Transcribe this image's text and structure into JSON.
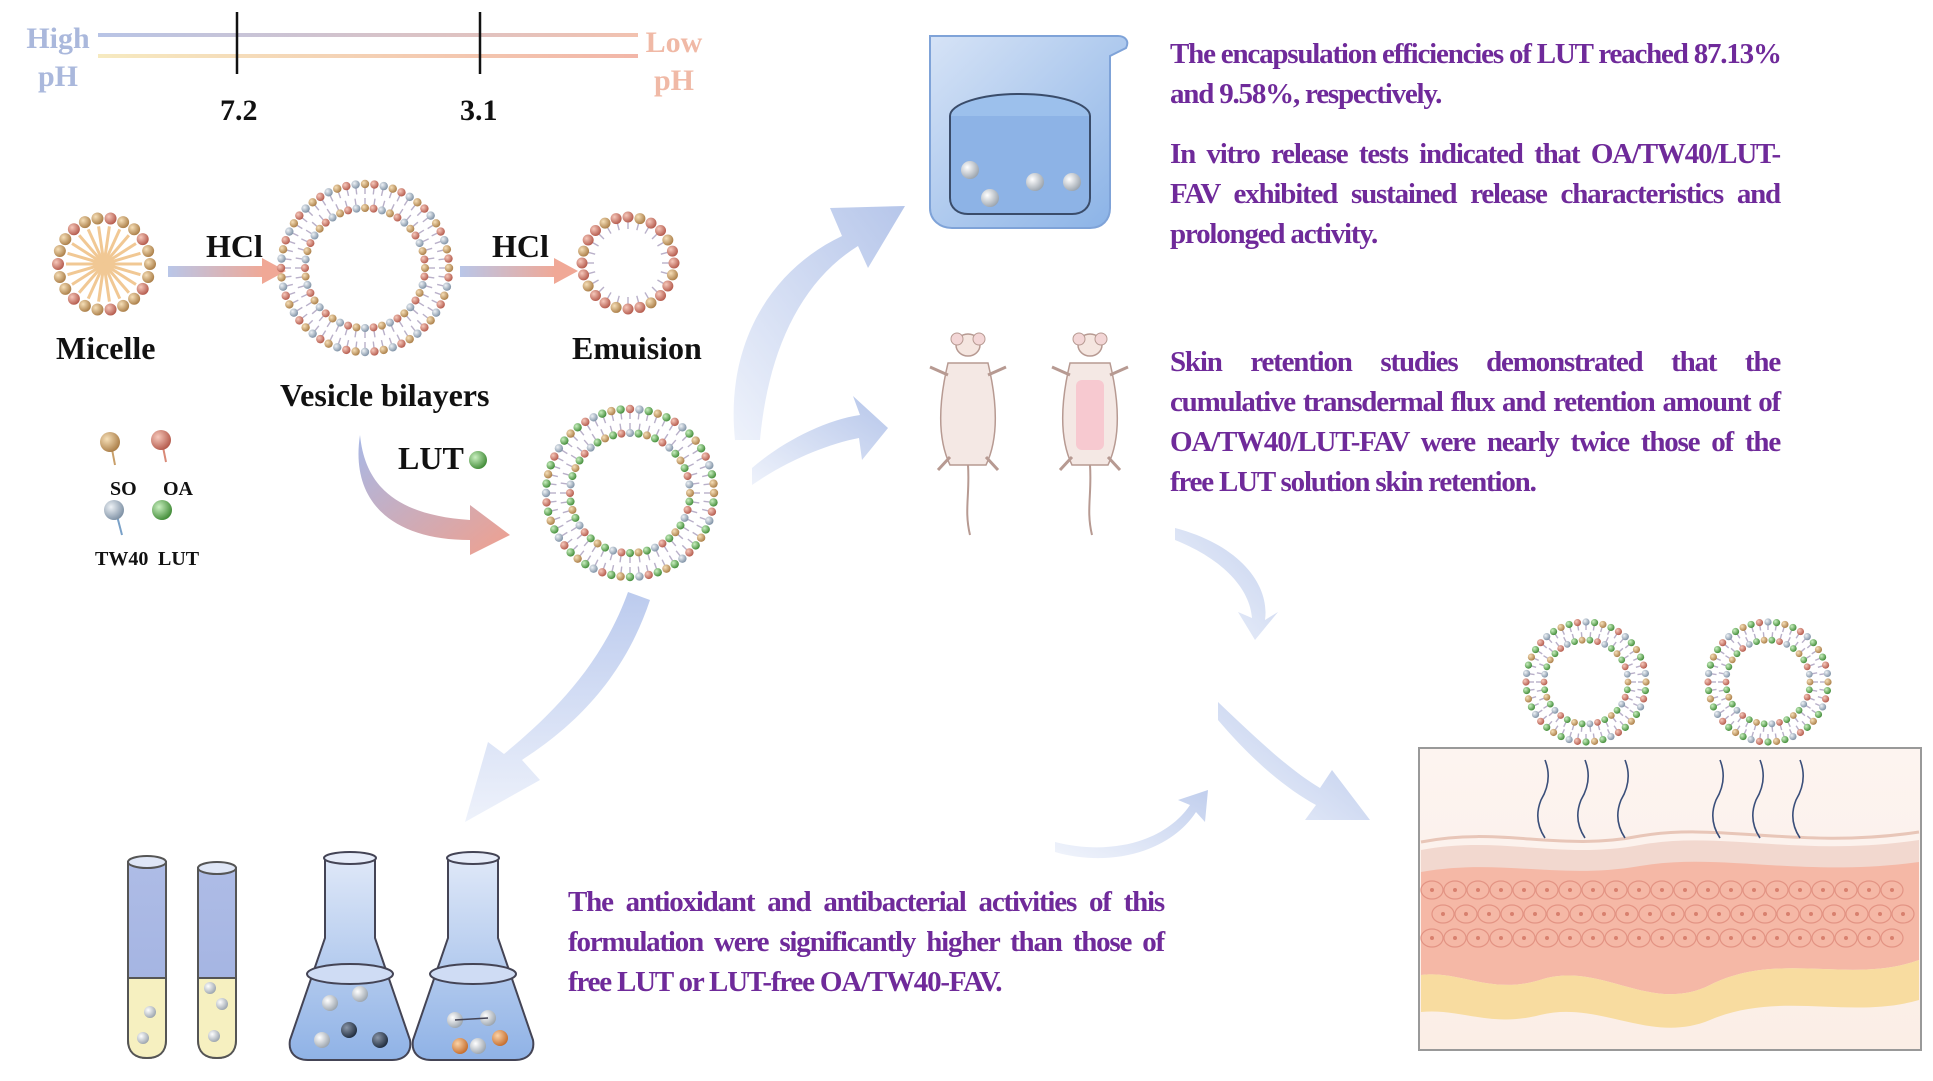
{
  "ph_scale": {
    "high_line1": "High",
    "high_line2": "pH",
    "low_line1": "Low",
    "low_line2": "pH",
    "tick_values": [
      "7.2",
      "3.1"
    ]
  },
  "labels": {
    "micelle": "Micelle",
    "vesicle": "Vesicle bilayers",
    "emulsion": "Emuision",
    "hcl_1": "HCl",
    "hcl_2": "HCl",
    "lut_arrow": "LUT"
  },
  "legend": {
    "so": "SO",
    "oa": "OA",
    "tw40": "TW40",
    "lut": "LUT"
  },
  "colors": {
    "text_purple": "#6f2a9a",
    "high_ph": "#aab8dc",
    "low_ph": "#f0b9a6",
    "arrow_blue": "#c4d1ee",
    "so": "#c9a06a",
    "oa": "#d98a78",
    "tw40": "#a9b9c9",
    "lut": "#6cae5e"
  },
  "texts": {
    "encapsulation": "The encapsulation efficiencies of LUT reached 87.13% and 9.58%, respectively.",
    "release_line1": "In vitro release tests indicated that OA/TW40/LUT-",
    "release_line2": "FAV exhibited sustained release characteristics and",
    "release_line3": "prolonged activity.",
    "skin_line1": "Skin retention studies demonstrated that the",
    "skin_line2": "cumulative transdermal flux and retention amount of",
    "skin_line3": "OA/TW40/LUT-FAV were nearly twice those of the",
    "skin_line4": "free LUT solution skin retention.",
    "anti_line1": "The antioxidant and antibacterial activities of this",
    "anti_line2": "formulation were significantly higher than those of",
    "anti_line3": "free LUT or LUT-free OA/TW40-FAV."
  },
  "icons": [
    "micelle-icon",
    "vesicle-icon",
    "emulsion-icon",
    "beaker-icon",
    "mouse-icon",
    "test-tube-icon",
    "flask-icon",
    "skin-layer-icon",
    "arrow-icon"
  ]
}
